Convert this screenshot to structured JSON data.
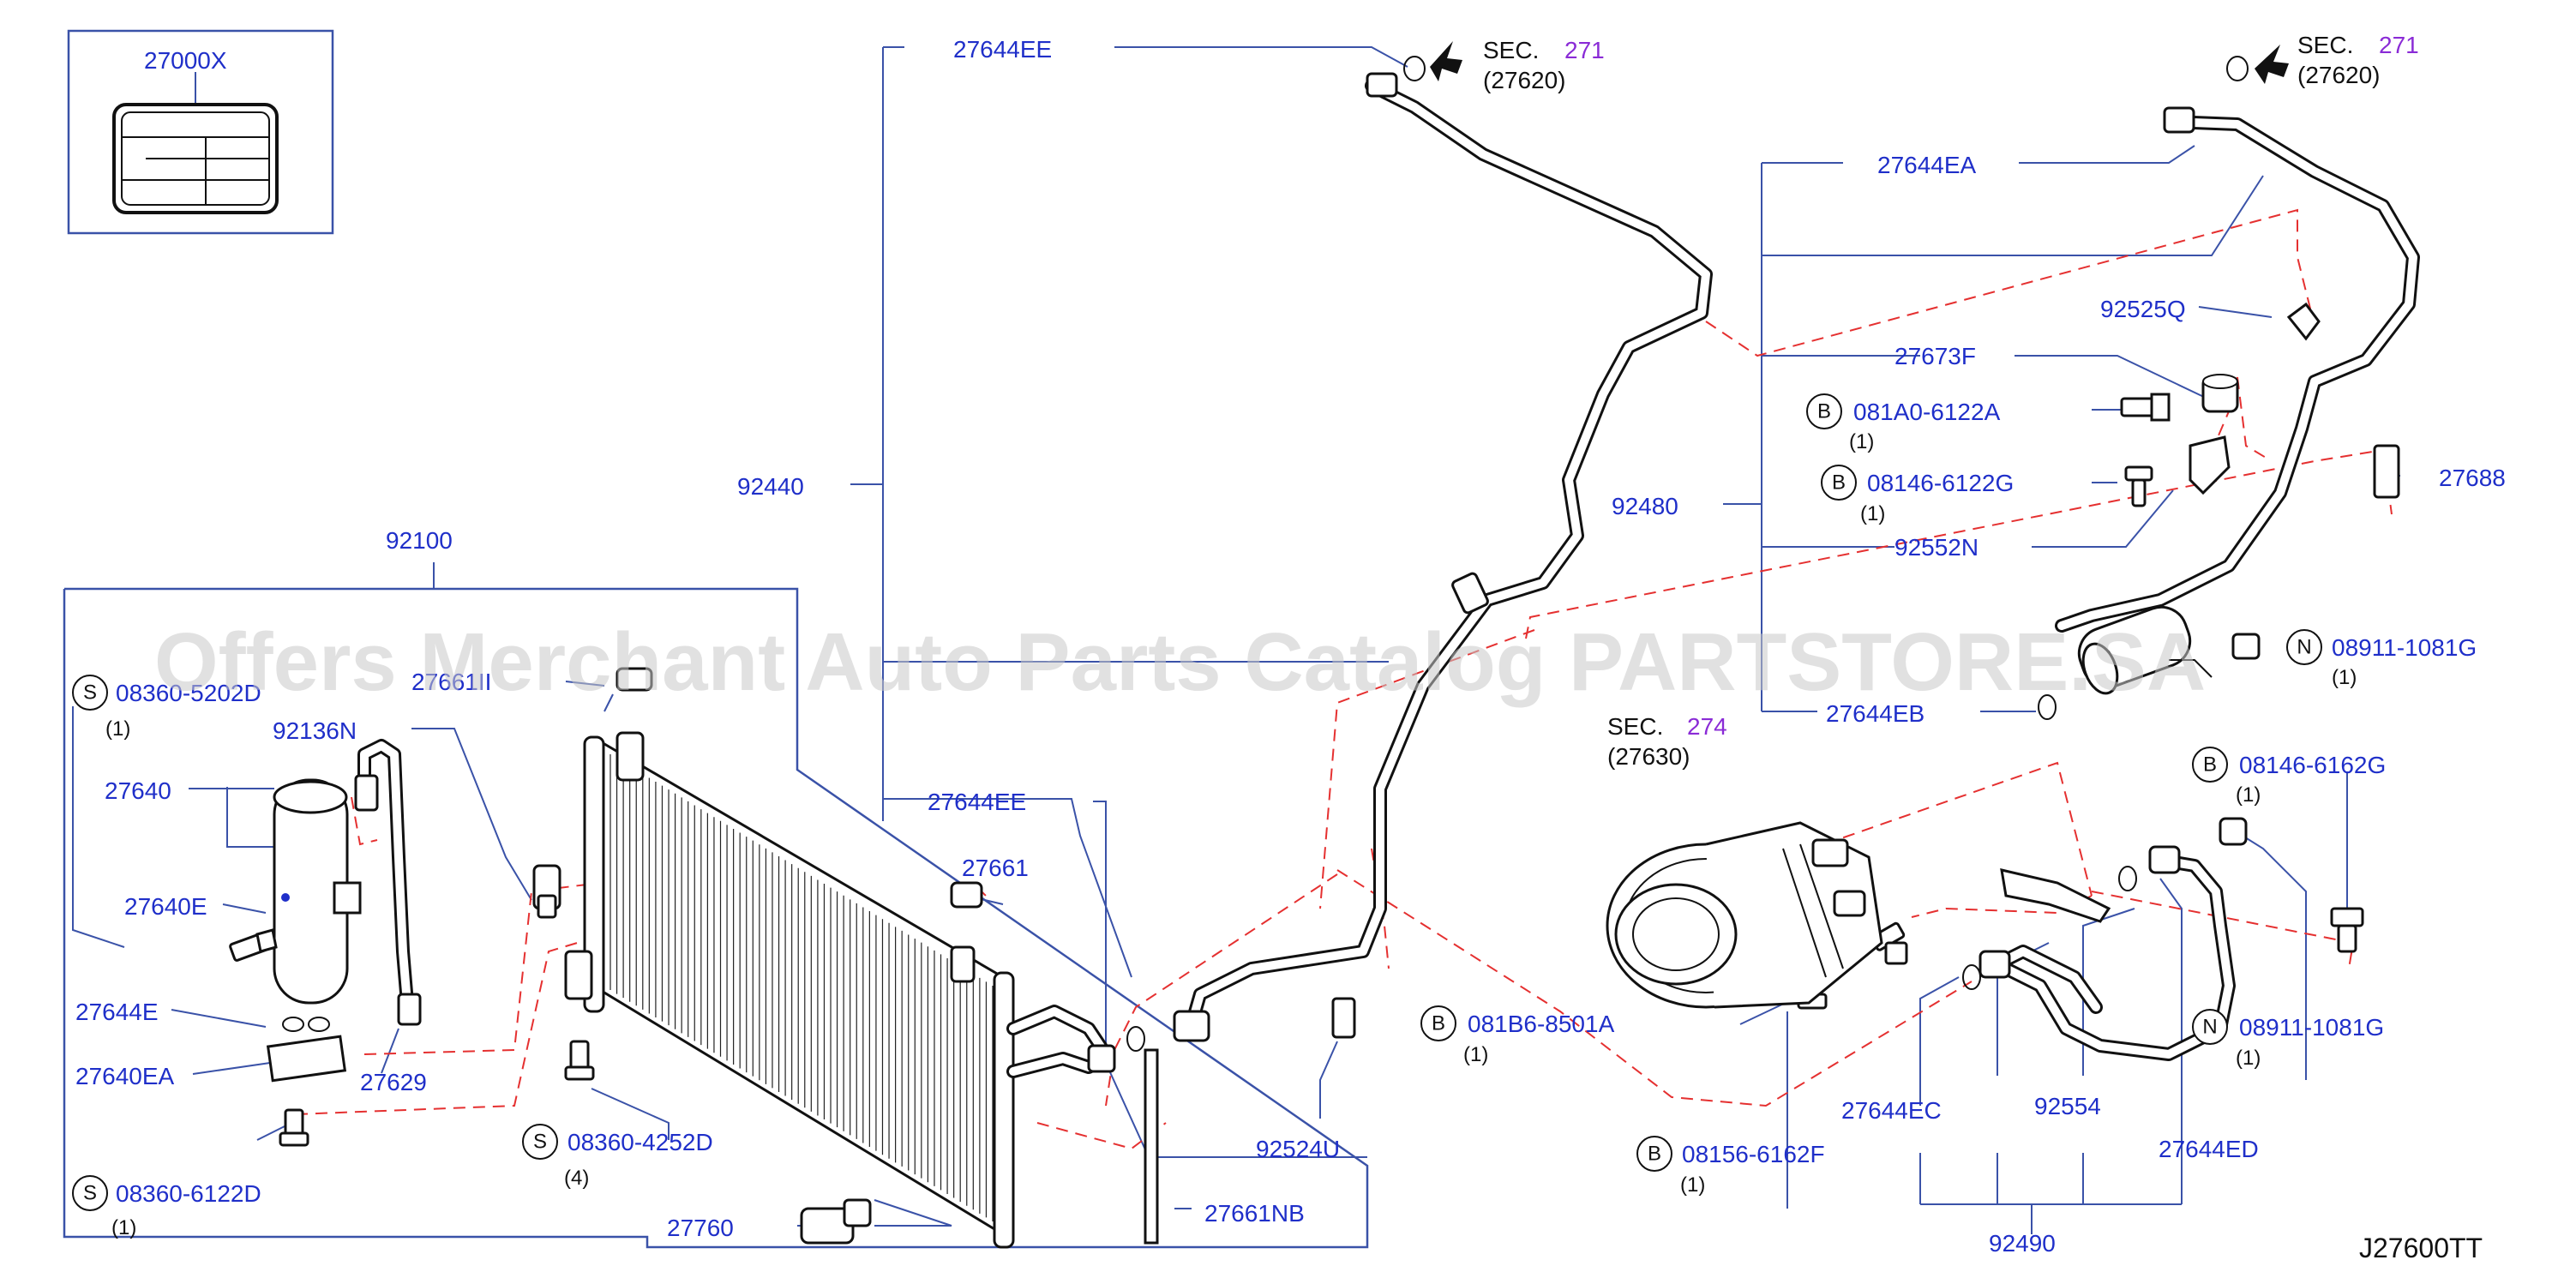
{
  "diagram": {
    "watermark": "Offers Merchant Auto Parts Catalog PARTSTORE.SA",
    "diagram_code": "J27600TT",
    "sections": [
      {
        "prefix": "SEC.",
        "number": "271",
        "ref": "(27620)"
      },
      {
        "prefix": "SEC.",
        "number": "271",
        "ref": "(27620)"
      },
      {
        "prefix": "SEC.",
        "number": "274",
        "ref": "(27630)"
      }
    ],
    "labels": {
      "p27000X": "27000X",
      "p92100": "92100",
      "p92440": "92440",
      "p27644EE_top": "27644EE",
      "p27644EE_mid": "27644EE",
      "p27644EA": "27644EA",
      "p92525Q": "92525Q",
      "p27673F": "27673F",
      "p92480": "92480",
      "p92552N": "92552N",
      "p27688": "27688",
      "p27644EB": "27644EB",
      "p27661II": "27661II",
      "p92136N": "92136N",
      "p27640": "27640",
      "p27640E": "27640E",
      "p27644E": "27644E",
      "p27640EA": "27640EA",
      "p27629": "27629",
      "p27661": "27661",
      "p92524U": "92524U",
      "p27661NB": "27661NB",
      "p27760": "27760",
      "p27644EC": "27644EC",
      "p92554": "92554",
      "p27644ED": "27644ED",
      "p92490": "92490"
    },
    "fasteners": [
      {
        "letter": "S",
        "part": "08360-5202D",
        "qty": "(1)"
      },
      {
        "letter": "S",
        "part": "08360-4252D",
        "qty": "(4)"
      },
      {
        "letter": "S",
        "part": "08360-6122D",
        "qty": "(1)"
      },
      {
        "letter": "B",
        "part": "081A0-6122A",
        "qty": "(1)"
      },
      {
        "letter": "B",
        "part": "08146-6122G",
        "qty": "(1)"
      },
      {
        "letter": "N",
        "part": "08911-1081G",
        "qty": "(1)"
      },
      {
        "letter": "B",
        "part": "08146-6162G",
        "qty": "(1)"
      },
      {
        "letter": "B",
        "part": "081B6-8501A",
        "qty": "(1)"
      },
      {
        "letter": "N",
        "part": "08911-1081G",
        "qty": "(1)"
      },
      {
        "letter": "B",
        "part": "08156-6162F",
        "qty": "(1)"
      }
    ],
    "icons": [
      "arrow-icon",
      "label-plate-icon",
      "condenser-icon",
      "receiver-drier-icon",
      "compressor-icon",
      "bolt-icon",
      "o-ring-icon",
      "bracket-icon",
      "clip-icon",
      "pressure-switch-icon"
    ],
    "colors": {
      "part_number": "#1f2fc9",
      "section_number": "#8a2bd6",
      "leader": "#3a52a8",
      "dashed": "#e53030",
      "drawing": "#111111",
      "watermark": "#c9c9c9"
    }
  }
}
